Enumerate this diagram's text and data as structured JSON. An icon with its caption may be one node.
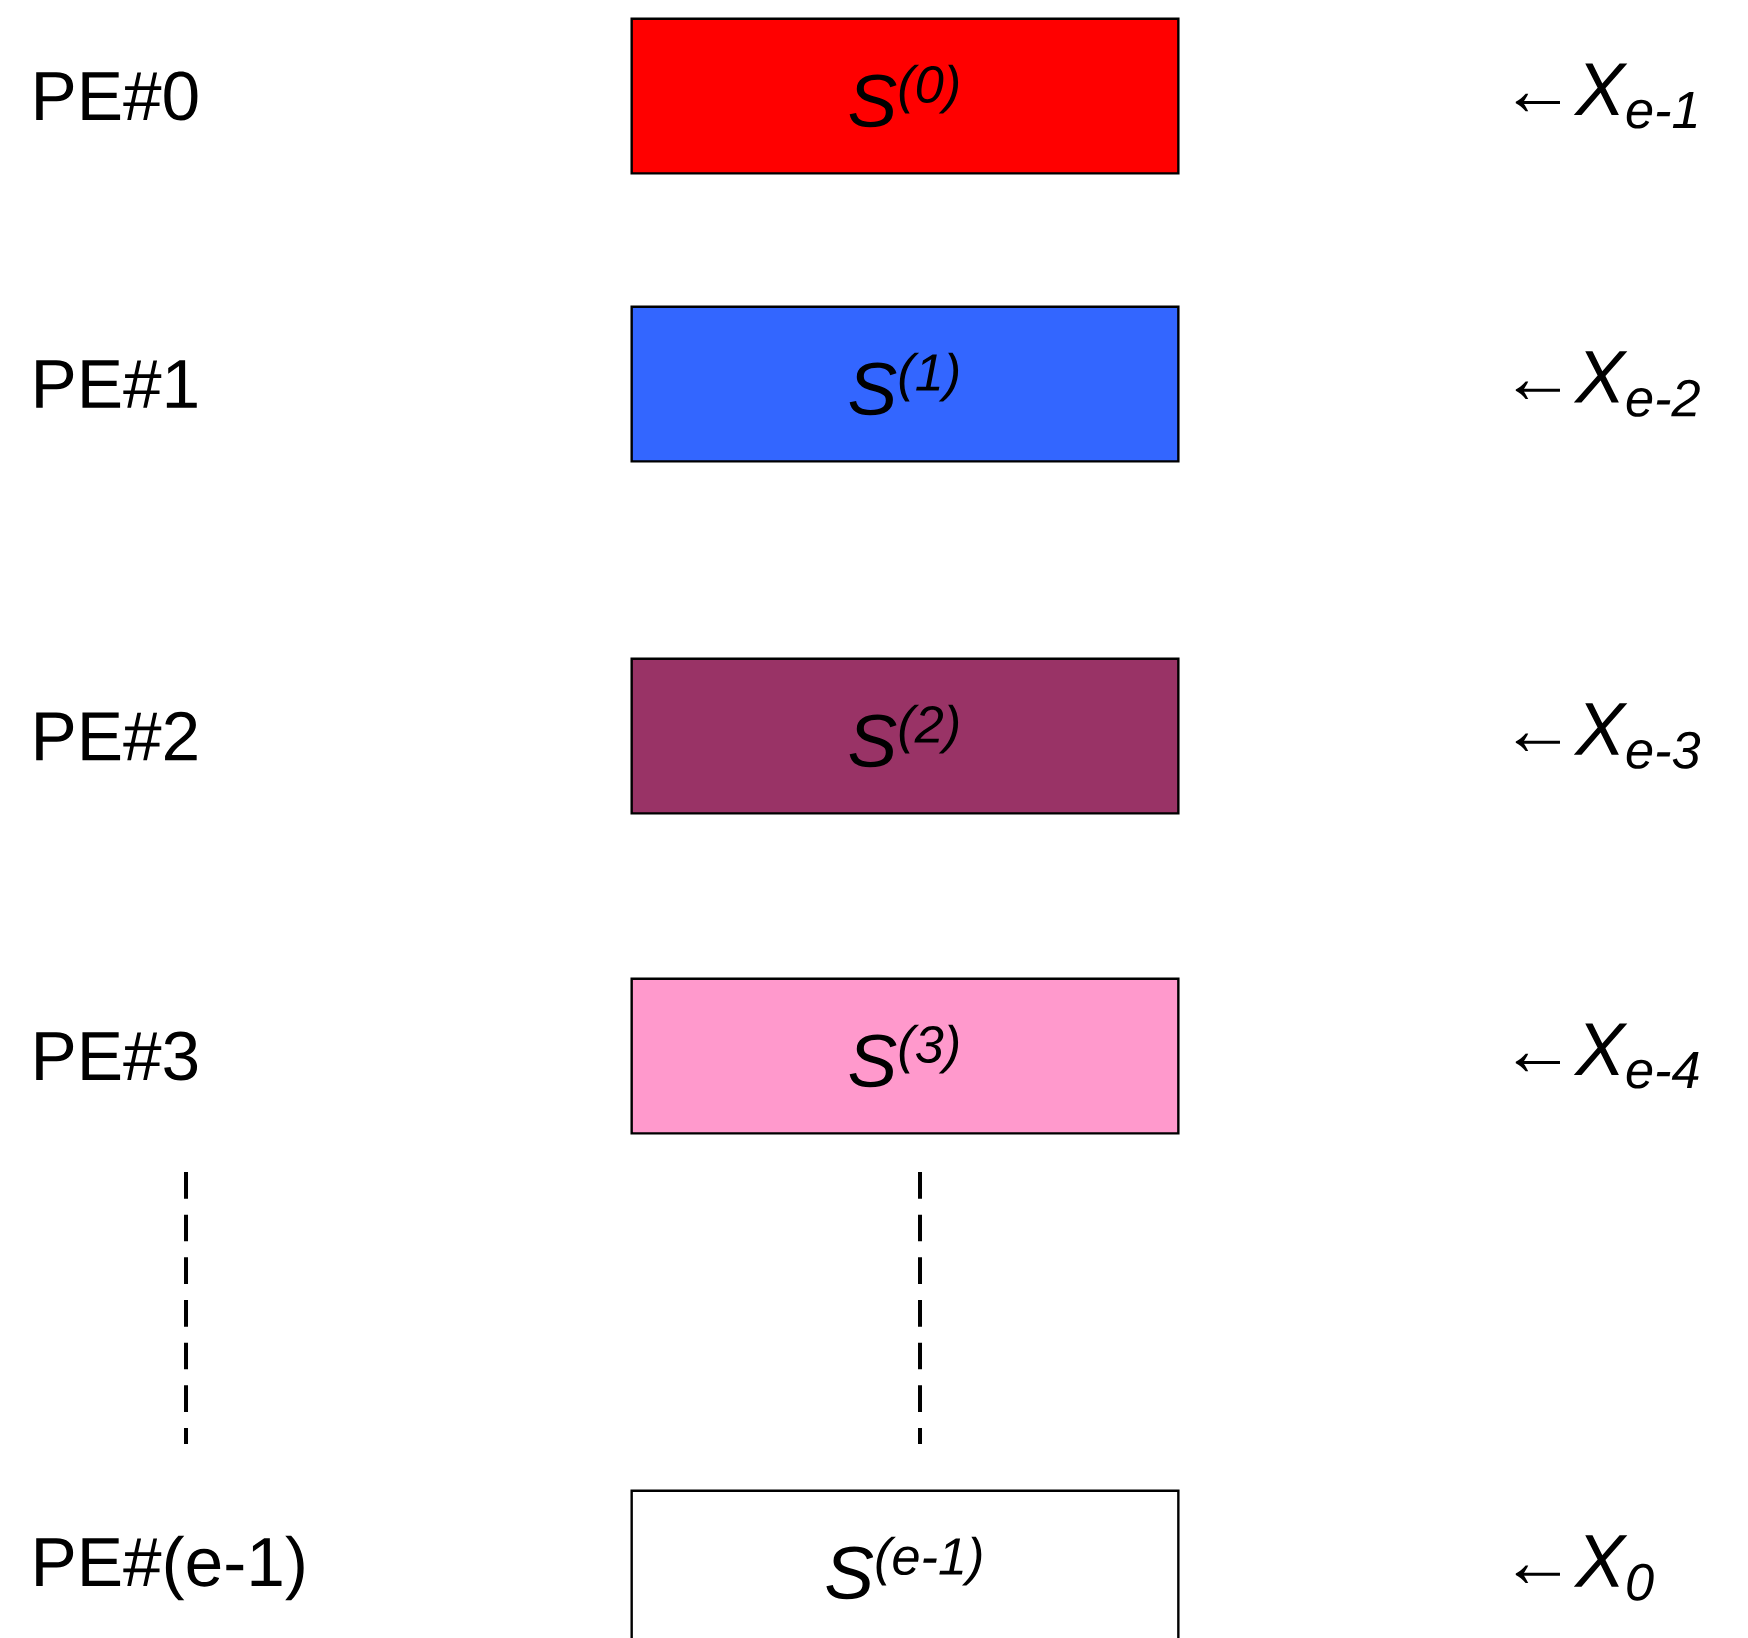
{
  "diagram": {
    "nodes": [
      {
        "text": [
          "S$^{(0)}$"
        ]
      },
      {
        "text": [
          "S$^{(1)}$"
        ]
      },
      {
        "text": [
          "S$^{(2)}$"
        ]
      },
      {
        "text": [
          "S$^{(3)}$"
        ]
      },
      {
        "text": [
          "S$^{(e-1)}$"
        ]
      }
    ],
    "labels": [
      "PE#0",
      "←X$_{e-1}$",
      "PE#1",
      "←X$_{e-2}$",
      "PE#2",
      "←X$_{e-3}$",
      "PE#3",
      "←X$_{e-4}$",
      "PE#(e-1)",
      "←X$_{0}$"
    ]
  }
}
